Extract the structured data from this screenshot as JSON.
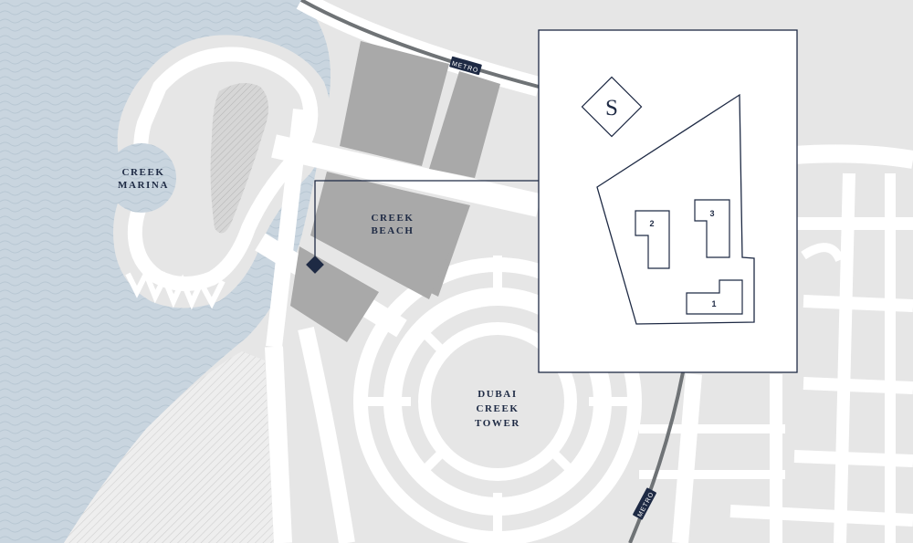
{
  "map": {
    "places": {
      "creek_marina": [
        "CREEK",
        "MARINA"
      ],
      "creek_beach": [
        "CREEK",
        "BEACH"
      ],
      "dubai_creek_tower": [
        "DUBAI",
        "CREEK",
        "TOWER"
      ]
    },
    "metro_label": "METRO",
    "colors": {
      "water": "#c9d5df",
      "land": "#e6e6e6",
      "roads": "#ffffff",
      "parcels": "#a9a9a9",
      "navy": "#1e2a44",
      "metro_line": "#6f7376"
    }
  },
  "site_plan": {
    "logo_letter": "S",
    "buildings": [
      "1",
      "2",
      "3"
    ]
  }
}
